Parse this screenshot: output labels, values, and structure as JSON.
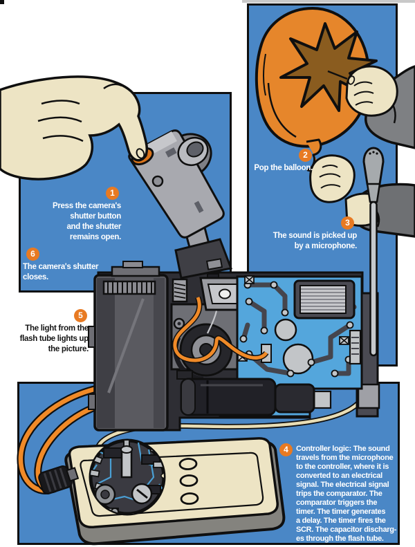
{
  "steps": [
    {
      "number": "1",
      "text": "Press the camera's\nshutter button\nand the shutter\nremains open."
    },
    {
      "number": "2",
      "text": "Pop the balloon."
    },
    {
      "number": "3",
      "text": "The sound is picked up\nby a microphone."
    },
    {
      "number": "4",
      "text": "Controller logic: The sound\ntravels from the microphone\nto the controller, where it is\nconverted to an electrical\nsignal. The electrical signal\ntrips the comparator. The\ncomparator triggers the\ntimer. The timer generates\na delay. The timer fires the\nSCR. The capacitor discharg-\nes through the flash tube."
    },
    {
      "number": "5",
      "text": "The light from the\nflash tube lights up\nthe picture."
    },
    {
      "number": "6",
      "text": "The camera's shutter\ncloses."
    }
  ],
  "colors": {
    "panel_blue": "#4a87c6",
    "badge_orange": "#e87a22",
    "balloon_orange": "#e6862b",
    "burst_brown": "#8a5c1f",
    "skin": "#ede4c4",
    "pcb_blue": "#54a6dc",
    "controller_cream": "#ede4c4",
    "wire_orange": "#f08a28",
    "cable_tan": "#e8ddb5"
  }
}
